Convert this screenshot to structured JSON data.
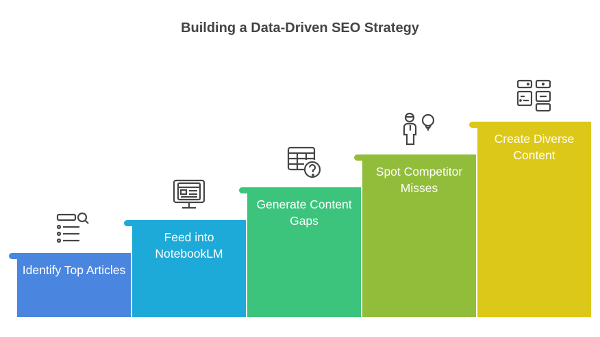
{
  "title": "Building a Data-Driven SEO Strategy",
  "steps": [
    {
      "label": "Identify Top Articles",
      "color": "#4a86e0",
      "icon": "search-list-icon"
    },
    {
      "label": "Feed into NotebookLM",
      "color": "#1eaad8",
      "icon": "monitor-window-icon"
    },
    {
      "label": "Generate Content Gaps",
      "color": "#3cc47c",
      "icon": "table-question-icon"
    },
    {
      "label": "Spot Competitor Misses",
      "color": "#92bd3a",
      "icon": "person-idea-icon"
    },
    {
      "label": "Create Diverse Content",
      "color": "#dcc818",
      "icon": "content-blocks-icon"
    }
  ]
}
